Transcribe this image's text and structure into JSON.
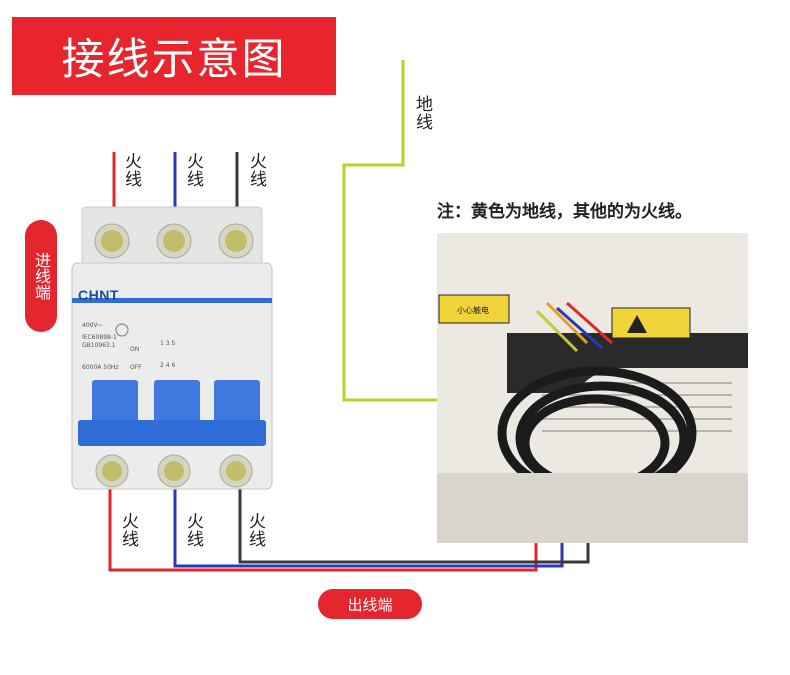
{
  "title": "接线示意图",
  "side_label": "进线端",
  "bottom_label": "出线端",
  "ground_label": "地线",
  "note": "注：黄色为地线，其他的为火线。",
  "breaker": {
    "brand": "CHNT",
    "spec_lines": [
      "400V~",
      "IEC60898-1",
      "GB10963.1",
      "6000A 50Hz"
    ],
    "on_label": "ON",
    "off_label": "OFF",
    "terminals_top": "1  3  5",
    "terminals_bottom": "2  4  6"
  },
  "warning": {
    "caution_text": "小心触电"
  },
  "live_labels": {
    "in_red": "火线",
    "in_blue": "火线",
    "in_black": "火线",
    "out_red": "火线",
    "out_blue": "火线",
    "out_black": "火线"
  },
  "colors": {
    "red": "#e3252d",
    "blue": "#2b36b8",
    "black": "#3a3a3a",
    "ground": "#b9d22b",
    "breaker_blue": "#2f6ed6"
  }
}
